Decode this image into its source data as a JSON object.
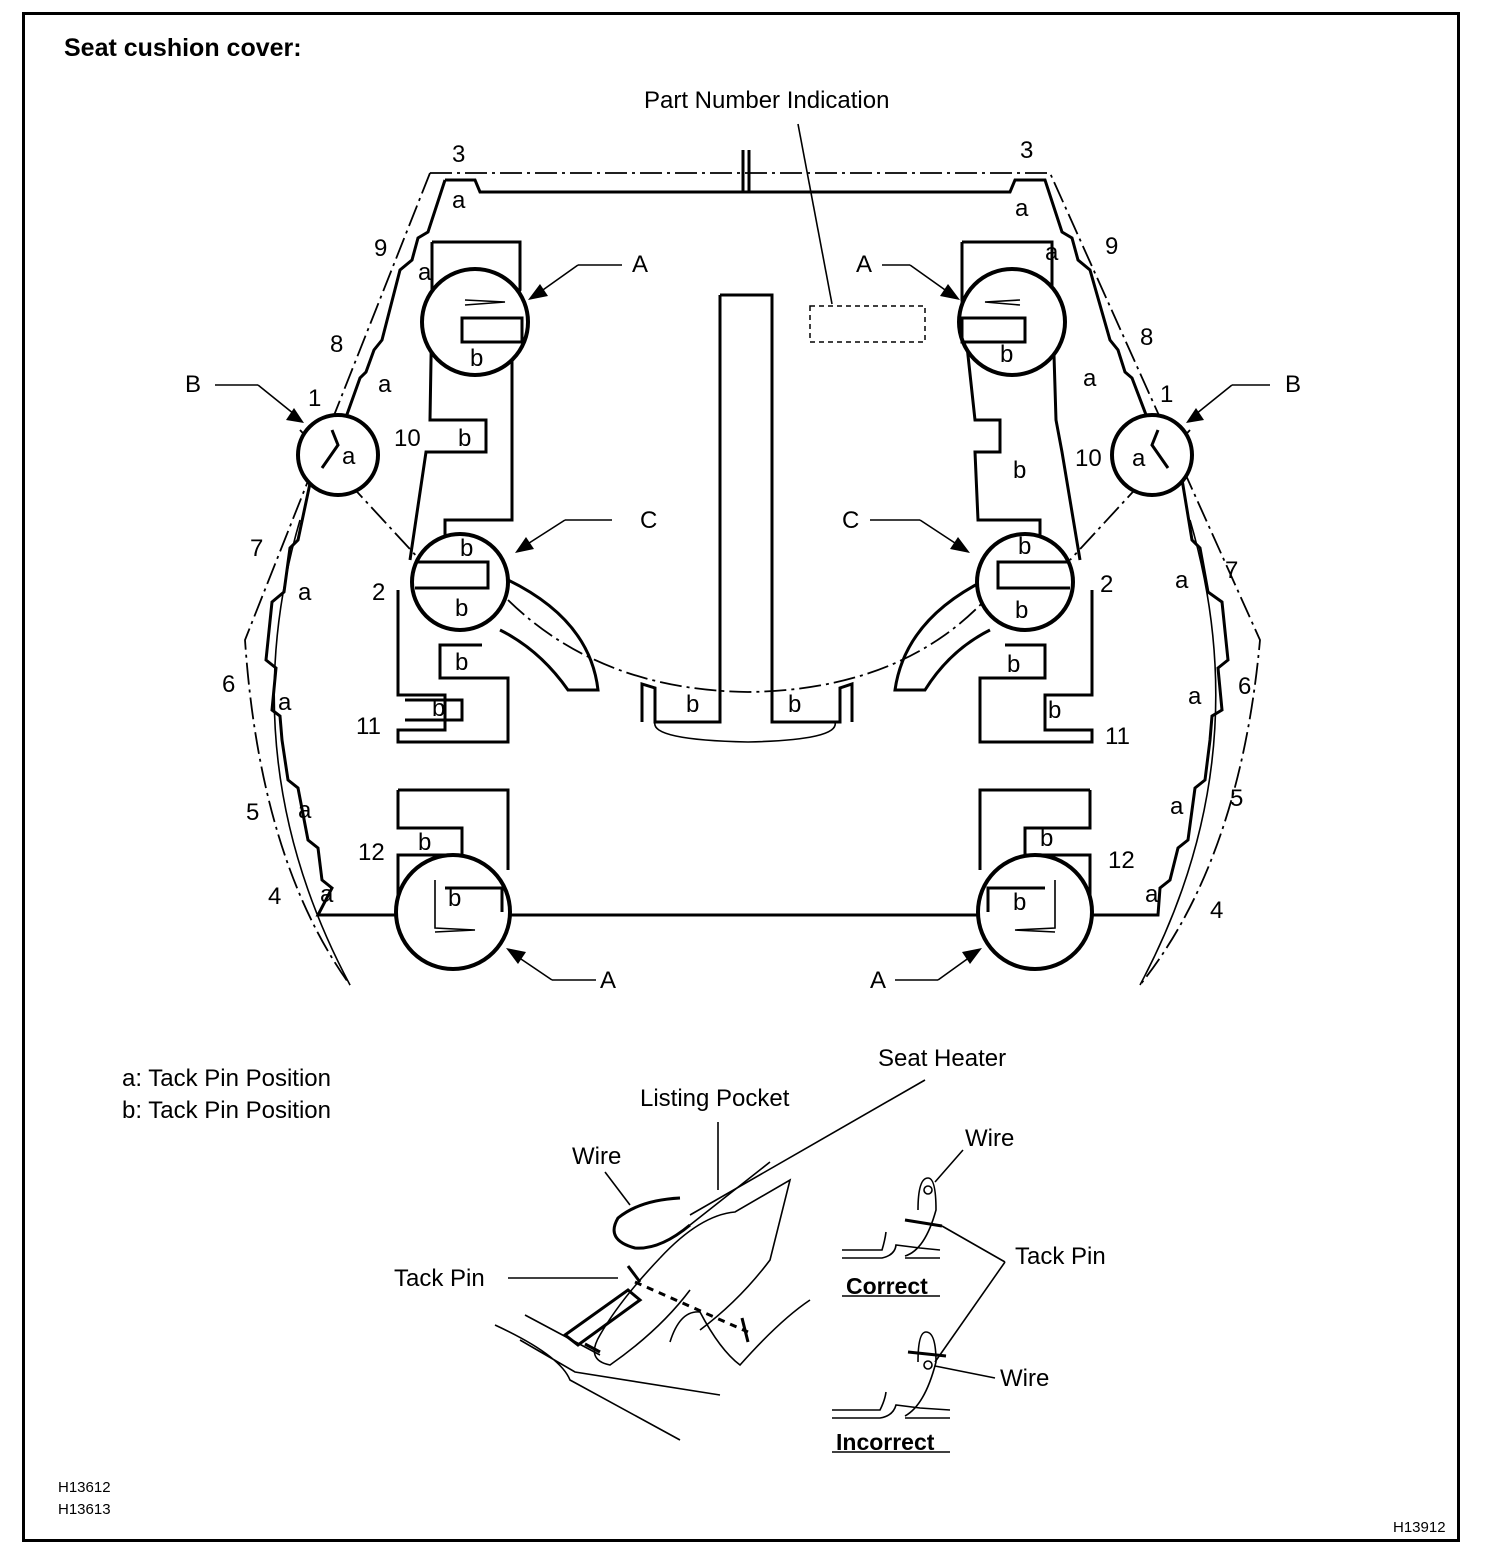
{
  "title": "Seat cushion cover:",
  "callouts": {
    "part_number": "Part Number Indication",
    "A": "A",
    "B": "B",
    "C": "C"
  },
  "numbers": [
    "1",
    "2",
    "3",
    "4",
    "5",
    "6",
    "7",
    "8",
    "9",
    "10",
    "11",
    "12"
  ],
  "letters": {
    "a": "a",
    "b": "b"
  },
  "legend": {
    "a": "a: Tack Pin Position",
    "b": "b: Tack Pin Position"
  },
  "detail": {
    "seat_heater": "Seat Heater",
    "listing_pocket": "Listing Pocket",
    "wire": "Wire",
    "tack_pin": "Tack Pin",
    "correct": "Correct",
    "incorrect": "Incorrect"
  },
  "codes": {
    "c1": "H13612",
    "c2": "H13613",
    "c3": "H13912"
  }
}
